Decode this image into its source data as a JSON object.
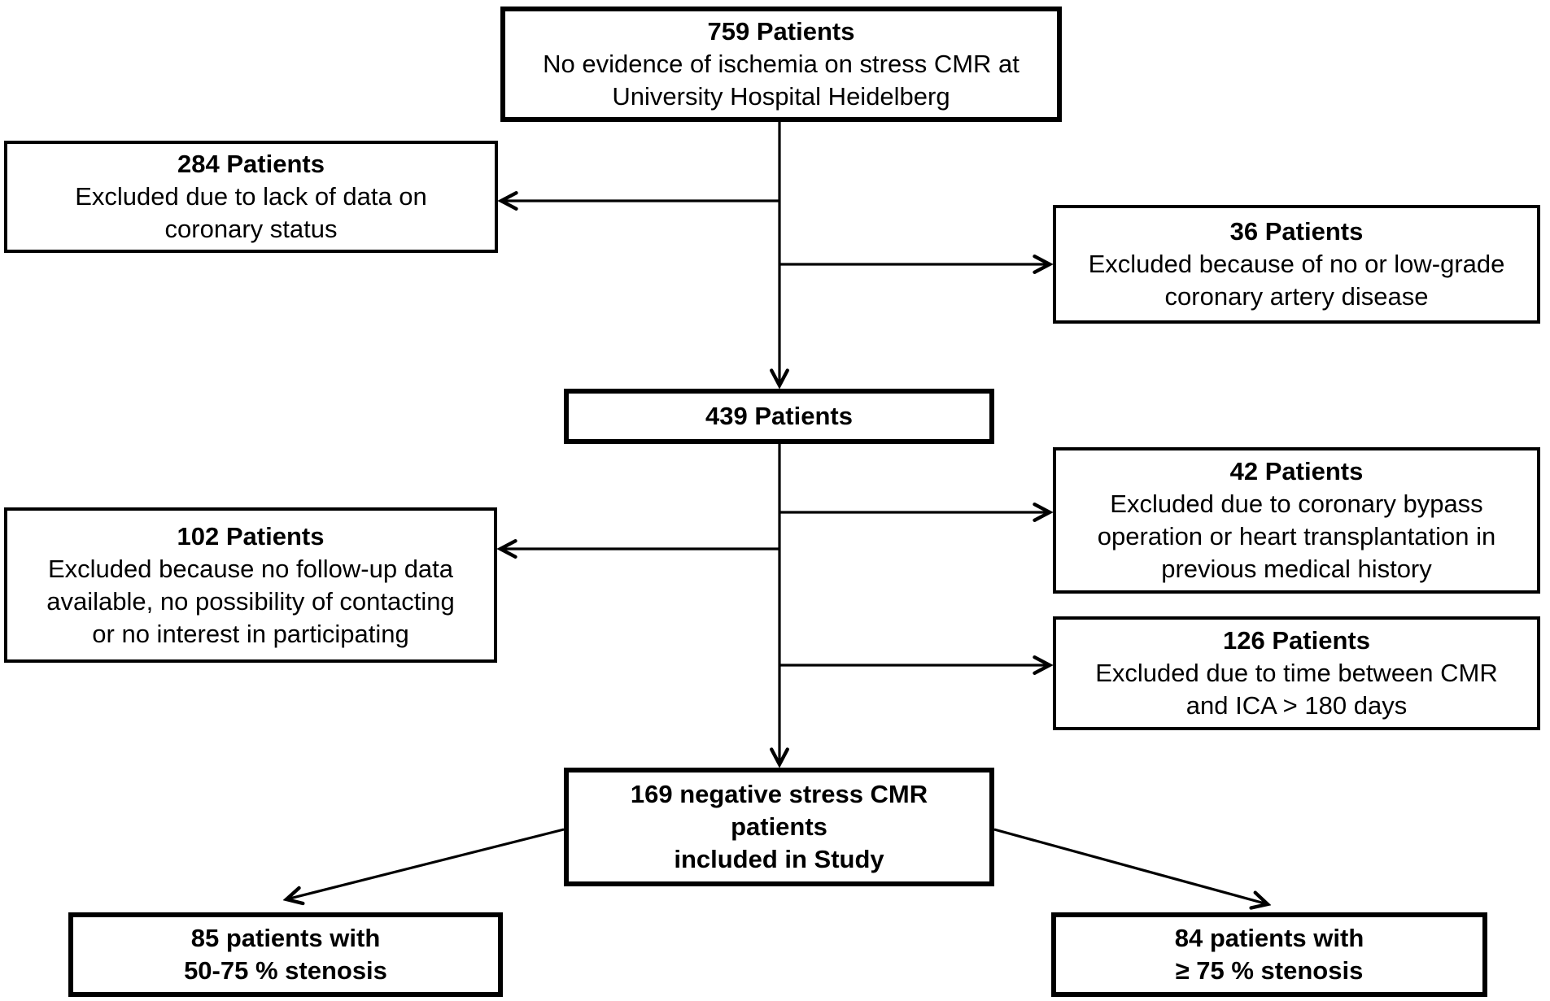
{
  "nodes": {
    "p759": {
      "count": "759 Patients",
      "desc": [
        "No evidence of ischemia on stress CMR at",
        "University Hospital Heidelberg"
      ]
    },
    "p284": {
      "count": "284 Patients",
      "desc": [
        "Excluded due to lack of data on",
        "coronary status"
      ]
    },
    "p36": {
      "count": "36 Patients",
      "desc": [
        "Excluded because of no or low-grade",
        "coronary artery disease"
      ]
    },
    "p439": {
      "count": "439 Patients"
    },
    "p42": {
      "count": "42 Patients",
      "desc": [
        "Excluded due to coronary bypass",
        "operation or heart transplantation in",
        "previous medical history"
      ]
    },
    "p102": {
      "count": "102 Patients",
      "desc": [
        "Excluded because no follow-up data",
        "available, no possibility of contacting",
        "or no interest in participating"
      ]
    },
    "p126": {
      "count": "126 Patients",
      "desc": [
        "Excluded due to time between CMR",
        "and ICA > 180 days"
      ]
    },
    "p169": {
      "lines": [
        "169 negative stress CMR",
        "patients",
        "included in Study"
      ]
    },
    "p85": {
      "lines": [
        "85 patients with",
        "50-75 % stenosis"
      ]
    },
    "p84": {
      "lines": [
        "84 patients with",
        "≥ 75 % stenosis"
      ]
    }
  },
  "edges": [
    {
      "from": "p759",
      "to": "p284"
    },
    {
      "from": "p759",
      "to": "p36"
    },
    {
      "from": "p759",
      "to": "p439"
    },
    {
      "from": "p439",
      "to": "p42"
    },
    {
      "from": "p439",
      "to": "p102"
    },
    {
      "from": "p439",
      "to": "p126"
    },
    {
      "from": "p439",
      "to": "p169"
    },
    {
      "from": "p169",
      "to": "p85"
    },
    {
      "from": "p169",
      "to": "p84"
    }
  ],
  "colors": {
    "ink": "#000000",
    "paper": "#ffffff"
  }
}
